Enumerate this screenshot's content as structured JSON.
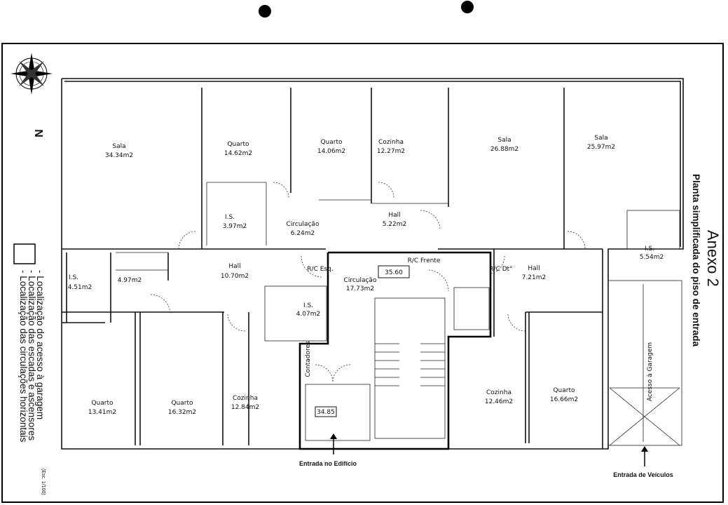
{
  "title": {
    "annex": "Anexo 2",
    "subtitle": "Planta simplificada do piso de entrada"
  },
  "legend": {
    "items": [
      "- Localização das circulações horizontais",
      "- Localização das escadas e ascensores",
      "- Localização do acesso à garagem"
    ],
    "scale": "(Esc. 1/100)"
  },
  "compass": {
    "north_label": "N"
  },
  "rooms": [
    {
      "name": "Sala",
      "area": "34.34m2"
    },
    {
      "name": "Quarto",
      "area": "14.62m2"
    },
    {
      "name": "Quarto",
      "area": "14.06m2"
    },
    {
      "name": "Cozinha",
      "area": "12.27m2"
    },
    {
      "name": "Sala",
      "area": "26.88m2"
    },
    {
      "name": "Sala",
      "area": "25.97m2"
    },
    {
      "name": "I.S.",
      "area": "3.97m2"
    },
    {
      "name": "Circulação",
      "area": "6.24m2"
    },
    {
      "name": "Hall",
      "area": "5.22m2"
    },
    {
      "name": "Hall",
      "area": "10.70m2"
    },
    {
      "name": "Circulação",
      "area": "17.73m2"
    },
    {
      "name": "Hall",
      "area": "7.21m2"
    },
    {
      "name": "I.S.",
      "area": "5.54m2"
    },
    {
      "name": "I.S.",
      "area": "4.51m2"
    },
    {
      "name": "",
      "area": "4.97m2"
    },
    {
      "name": "I.S.",
      "area": "4.07m2"
    },
    {
      "name": "Quarto",
      "area": "13.41m2"
    },
    {
      "name": "Quarto",
      "area": "16.32m2"
    },
    {
      "name": "Cozinha",
      "area": "12.84m2"
    },
    {
      "name": "Cozinha",
      "area": "12.46m2"
    },
    {
      "name": "Quarto",
      "area": "16.66m2"
    }
  ],
  "units": {
    "left": "R/C Esq.",
    "front": "R/C Frente",
    "right": "R/C Dt°"
  },
  "levels": {
    "upper": "35.60",
    "entrance": "34.85"
  },
  "labels": {
    "meters": "Contadores",
    "garage_access": "Acesso à Garagem",
    "building_entrance": "Entrada no Edifício",
    "vehicle_entrance": "Entrada de Veículos"
  }
}
